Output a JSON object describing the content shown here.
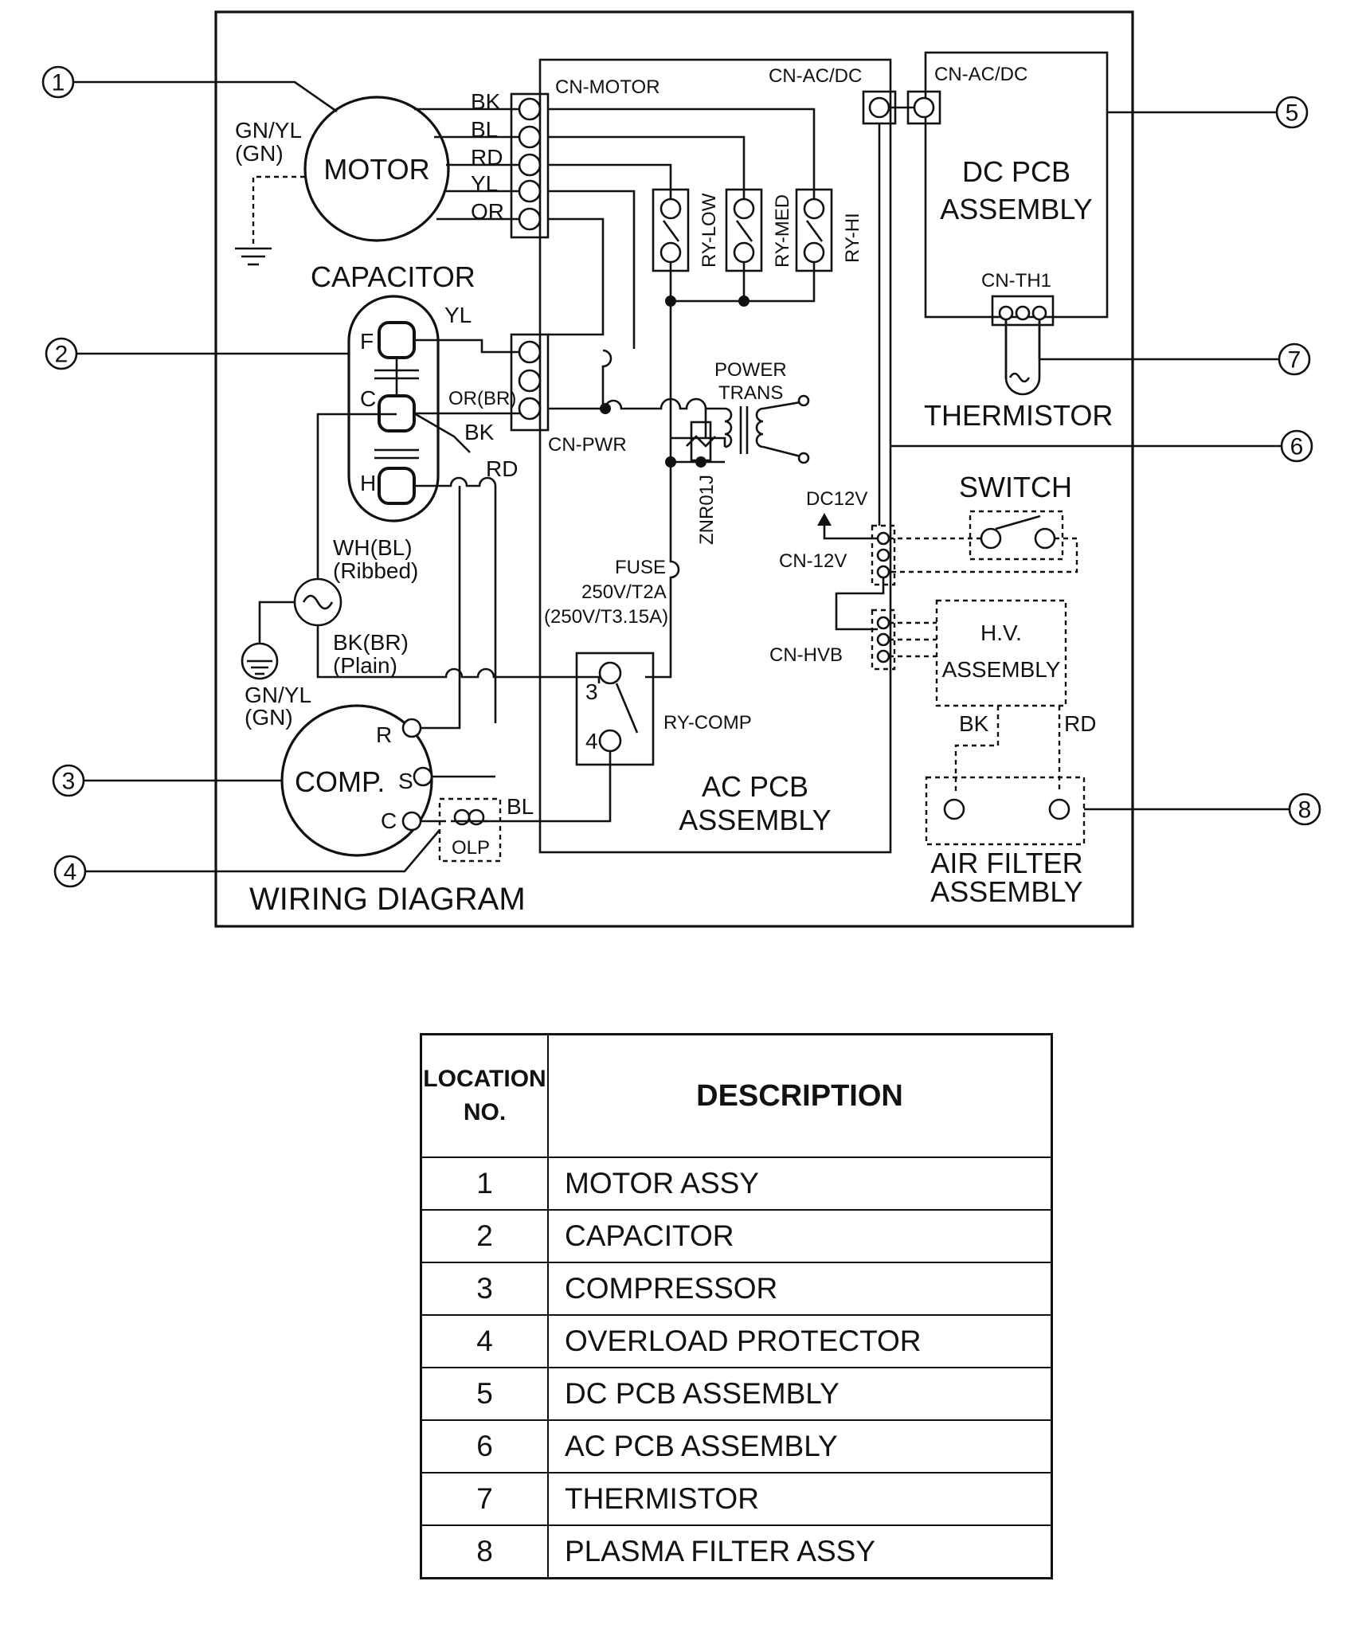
{
  "diagram": {
    "title": "WIRING DIAGRAM",
    "components": {
      "motor": "MOTOR",
      "capacitor": "CAPACITOR",
      "compressor": "COMP.",
      "olp": "OLP",
      "dc_pcb": [
        "DC PCB",
        "ASSEMBLY"
      ],
      "ac_pcb": [
        "AC PCB",
        "ASSEMBLY"
      ],
      "thermistor": "THERMISTOR",
      "switch": "SWITCH",
      "hv_assembly": [
        "H.V.",
        "ASSEMBLY"
      ],
      "air_filter": [
        "AIR FILTER",
        "ASSEMBLY"
      ],
      "power_trans": [
        "POWER",
        "TRANS"
      ]
    },
    "connectors": {
      "cn_motor": "CN-MOTOR",
      "cn_acdc_left": "CN-AC/DC",
      "cn_acdc_right": "CN-AC/DC",
      "cn_th1": "CN-TH1",
      "cn_pwr": "CN-PWR",
      "cn_12v": "CN-12V",
      "cn_hvb": "CN-HVB"
    },
    "relays": {
      "low": "RY-LOW",
      "med": "RY-MED",
      "hi": "RY-HI",
      "comp": "RY-COMP"
    },
    "wires": {
      "motor": [
        "BK",
        "BL",
        "RD",
        "YL",
        "OR"
      ],
      "ground_motor": [
        "GN/YL",
        "(GN)"
      ],
      "cap_yl": "YL",
      "cap_or": "OR(BR)",
      "cap_bk": "BK",
      "cap_rd": "RD",
      "wh": [
        "WH(BL)",
        "(Ribbed)"
      ],
      "bk_plain": [
        "BK(BR)",
        "(Plain)"
      ],
      "ground_plug": [
        "GN/YL",
        "(GN)"
      ],
      "olp_bl": "BL",
      "hv_bk": "BK",
      "hv_rd": "RD"
    },
    "terminals": {
      "cap_f": "F",
      "cap_c": "C",
      "cap_h": "H",
      "comp_r": "R",
      "comp_s": "S",
      "comp_c": "C",
      "relay_3": "3",
      "relay_4": "4"
    },
    "misc": {
      "fuse": [
        "FUSE",
        "250V/T2A",
        "(250V/T3.15A)"
      ],
      "znr": "ZNR01J",
      "dc12v": "DC12V"
    },
    "callouts": [
      "①",
      "②",
      "③",
      "④",
      "⑤",
      "⑥",
      "⑦",
      "⑧"
    ]
  },
  "legend": {
    "header_no": [
      "LOCATION",
      "NO."
    ],
    "header_desc": "DESCRIPTION",
    "rows": [
      {
        "no": "1",
        "desc": "MOTOR ASSY"
      },
      {
        "no": "2",
        "desc": "CAPACITOR"
      },
      {
        "no": "3",
        "desc": "COMPRESSOR"
      },
      {
        "no": "4",
        "desc": "OVERLOAD PROTECTOR"
      },
      {
        "no": "5",
        "desc": "DC PCB ASSEMBLY"
      },
      {
        "no": "6",
        "desc": "AC PCB ASSEMBLY"
      },
      {
        "no": "7",
        "desc": "THERMISTOR"
      },
      {
        "no": "8",
        "desc": "PLASMA FILTER ASSY"
      }
    ]
  }
}
